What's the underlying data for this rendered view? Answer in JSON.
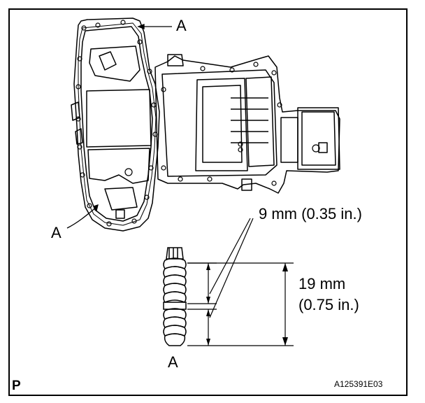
{
  "labels": {
    "a_top": "A",
    "a_left": "A",
    "a_bottom": "A"
  },
  "dimensions": {
    "small": "9 mm (0.35 in.)",
    "total_mm": "19 mm",
    "total_in": "(0.75 in.)"
  },
  "footer": {
    "corner_code": "P",
    "figure_id": "A125391E03"
  },
  "colors": {
    "line": "#000000",
    "background": "#ffffff"
  }
}
